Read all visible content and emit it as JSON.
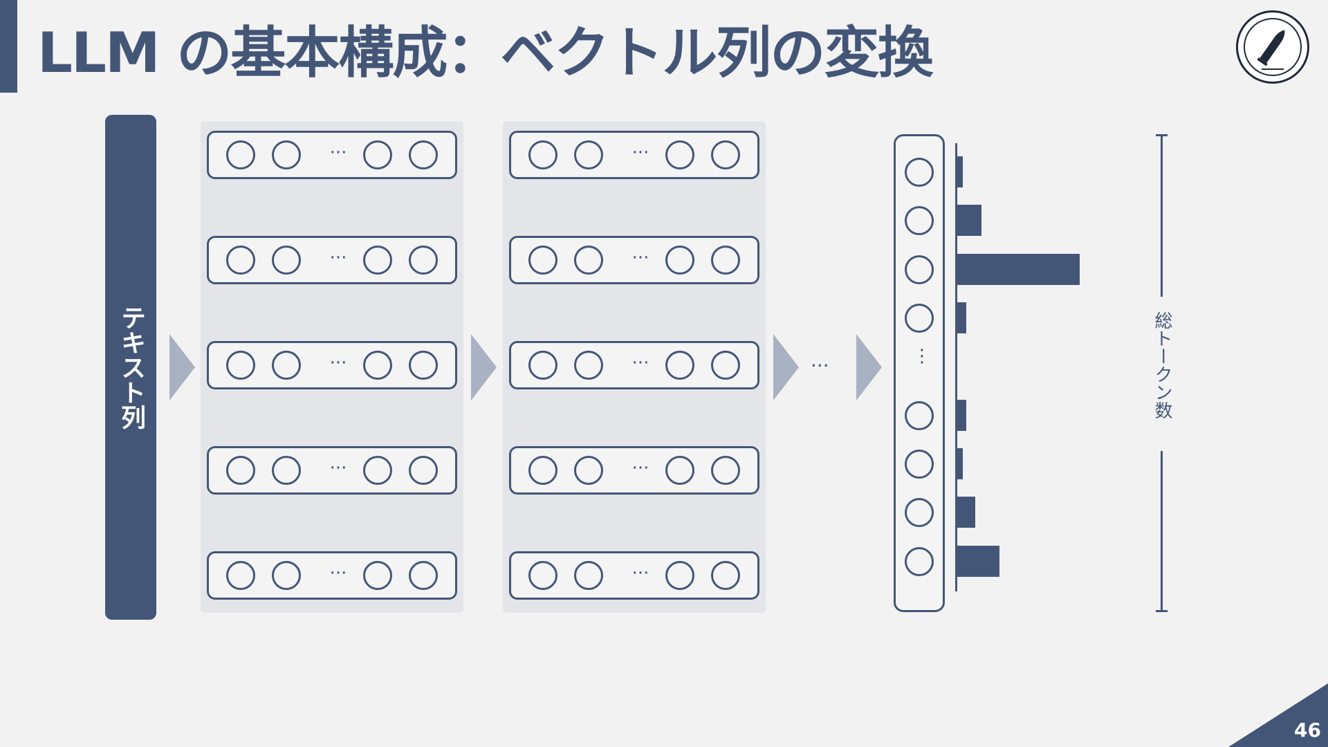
{
  "slide": {
    "title": "LLM の基本構成：ベクトル列の変換",
    "page_number": "46",
    "logo_icon": "bullet-icon"
  },
  "diagram": {
    "input_label": "テキスト列",
    "vector_dots": "···",
    "between_dots": "···",
    "output_vertical_dots": "⋮",
    "total_tokens_label": "総トークン数",
    "token_count_bars": [
      0.05,
      0.2,
      1.0,
      0.08,
      0.08,
      0.05,
      0.15,
      0.35
    ]
  },
  "colors": {
    "primary": "#445677",
    "arrow": "#a9b2c2",
    "background": "#f2f2f3",
    "layer_panel": "#e4e5e8"
  }
}
